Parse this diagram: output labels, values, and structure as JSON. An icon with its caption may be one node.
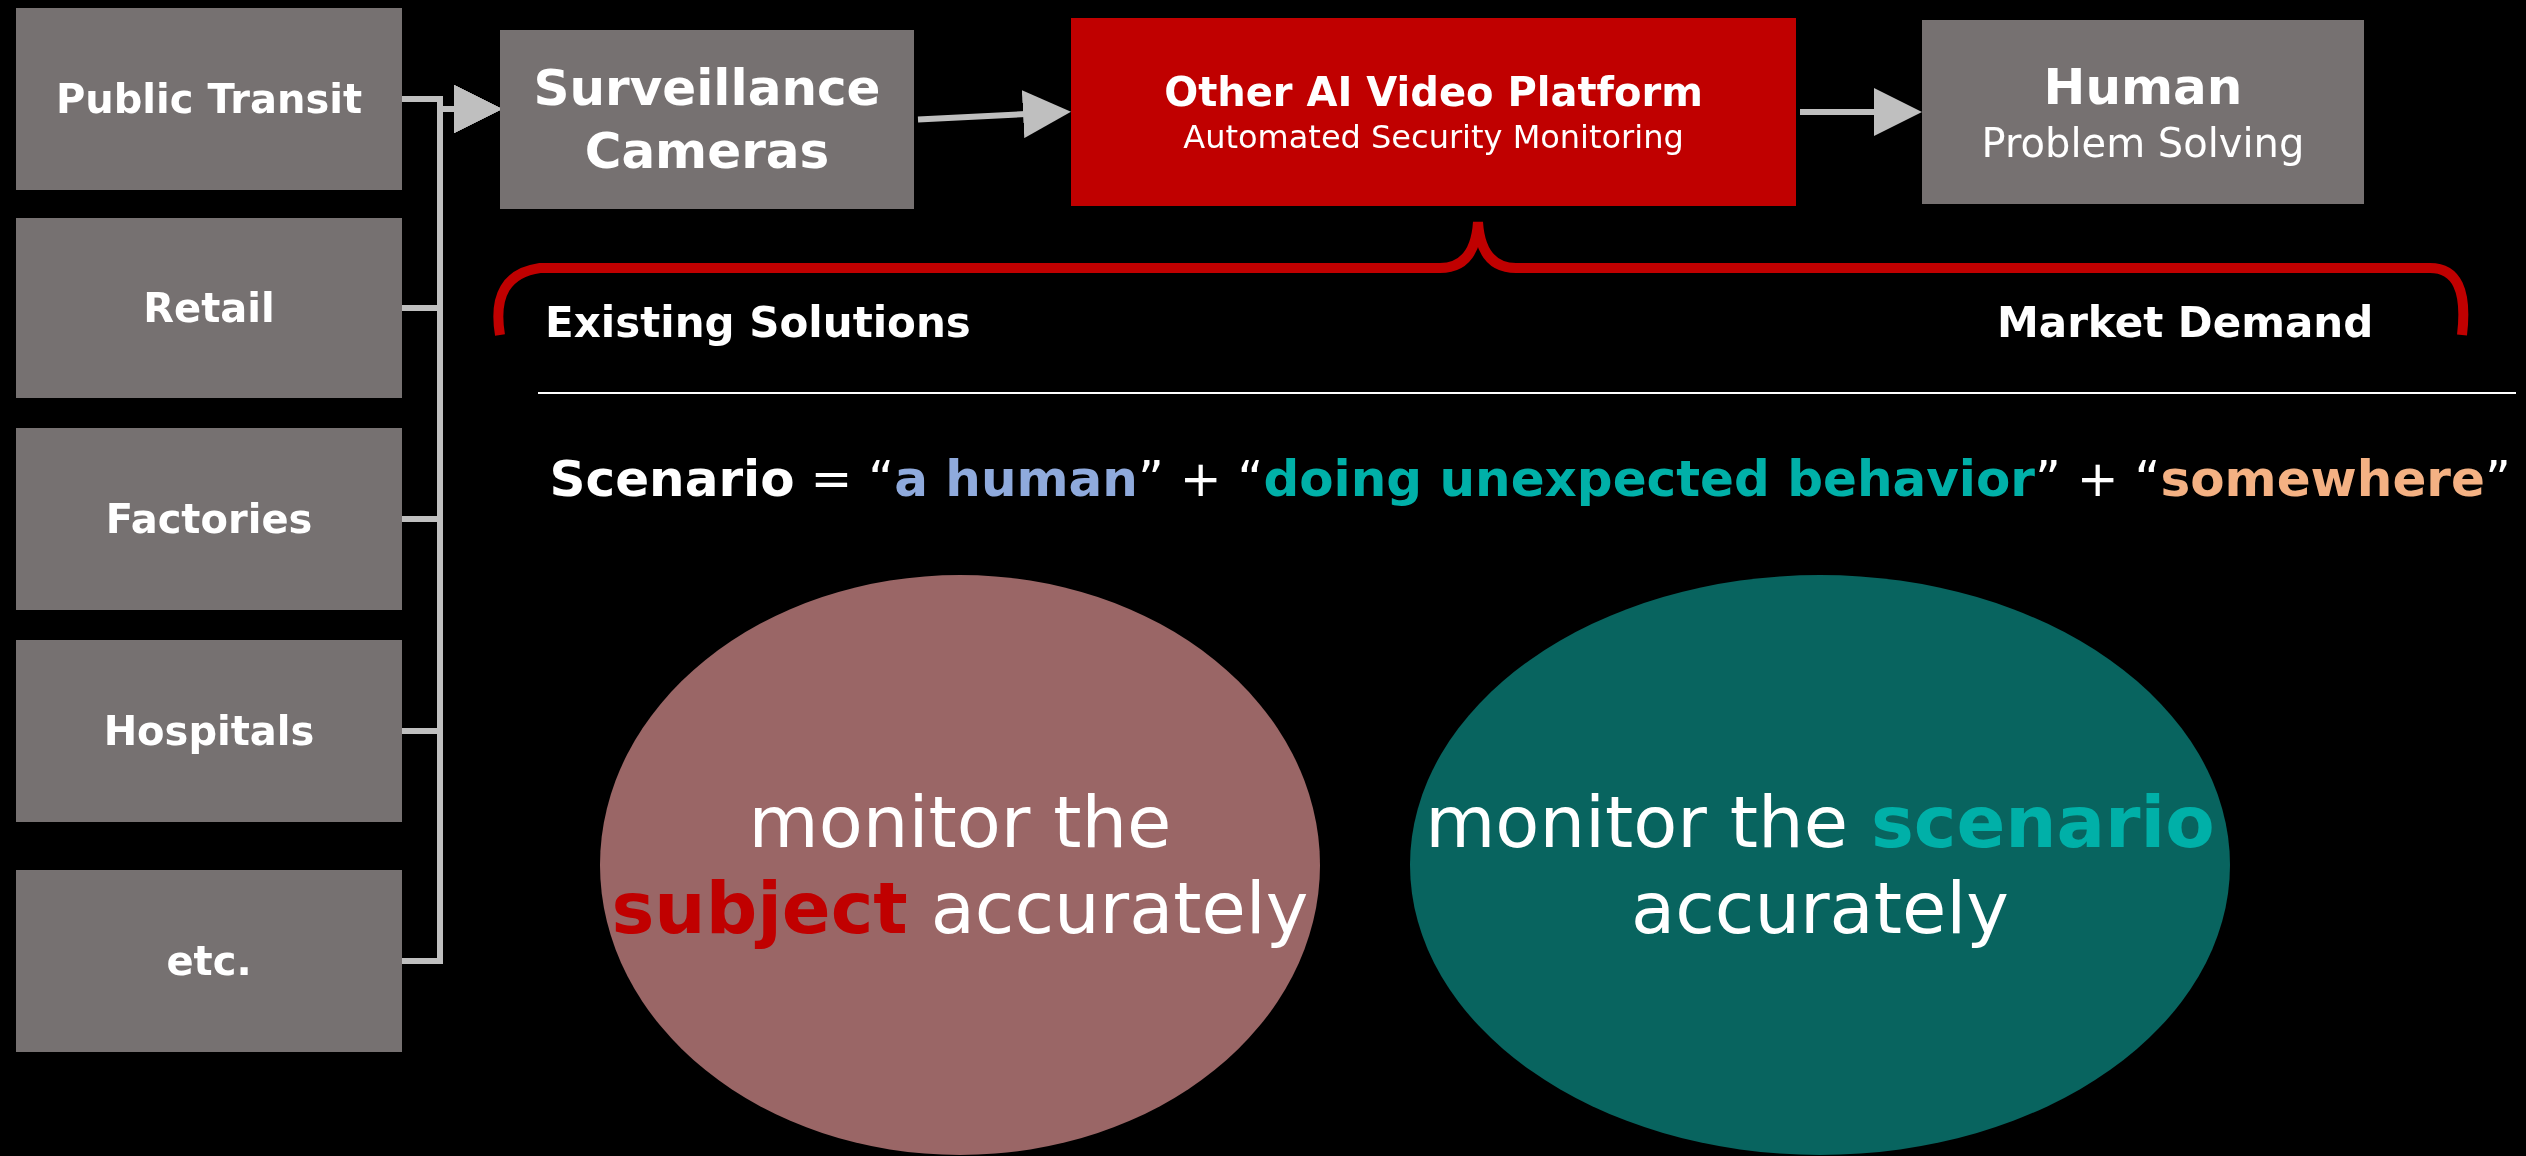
{
  "diagram": {
    "nodes": [
      {
        "text": [
          "Public Transit"
        ]
      },
      {
        "text": [
          "Retail"
        ]
      },
      {
        "text": [
          "Factories"
        ]
      },
      {
        "text": [
          "Hospitals"
        ]
      },
      {
        "text": [
          "etc."
        ]
      },
      {
        "text": [
          "Surveillance Cameras"
        ]
      },
      {
        "text": [
          "Other AI Video Platform",
          "Automated Security Monitoring"
        ]
      },
      {
        "text": [
          "Human",
          "Problem Solving"
        ]
      },
      {
        "text": [
          "monitor the **subject** accurately"
        ]
      },
      {
        "text": [
          "monitor the **scenario** accurately"
        ]
      }
    ],
    "edges": [
      {
        "from": 0,
        "to": 5,
        "arrow": "to"
      },
      {
        "from": 1,
        "to": 5,
        "arrow": "to"
      },
      {
        "from": 2,
        "to": 5,
        "arrow": "to"
      },
      {
        "from": 3,
        "to": 5,
        "arrow": "to"
      },
      {
        "from": 4,
        "to": 5,
        "arrow": "to"
      },
      {
        "from": 5,
        "to": 6,
        "arrow": "to"
      },
      {
        "from": 6,
        "to": 7,
        "arrow": "to"
      }
    ],
    "labels": [
      "Existing Solutions",
      "Market Demand",
      "**Scenario** = “**a human**” + “**doing unexpected behavior**” + “**somewhere**”"
    ]
  }
}
